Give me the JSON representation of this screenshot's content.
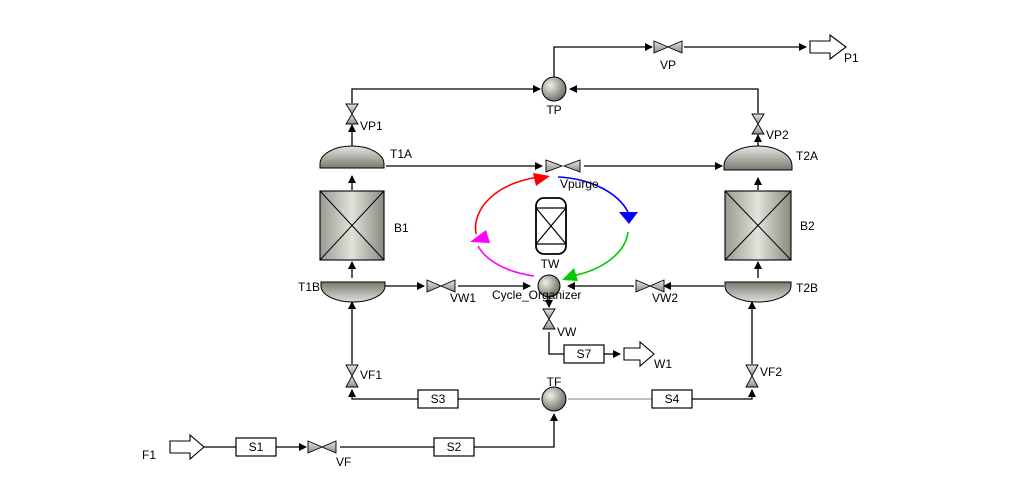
{
  "flowsheet": {
    "blocks": {
      "vp": "VP",
      "p1": "P1",
      "tp": "TP",
      "vp1": "VP1",
      "vp2": "VP2",
      "t1a": "T1A",
      "t2a": "T2A",
      "vpurge": "Vpurge",
      "b1": "B1",
      "b2": "B2",
      "tw": "TW",
      "t1b": "T1B",
      "t2b": "T2B",
      "vw1": "VW1",
      "vw2": "VW2",
      "cycle_organizer": "Cycle_Organizer",
      "vw": "VW",
      "s7": "S7",
      "w1": "W1",
      "vf1": "VF1",
      "vf2": "VF2",
      "tf": "TF",
      "s3": "S3",
      "s4": "S4",
      "f1": "F1",
      "s1": "S1",
      "vf": "VF",
      "s2": "S2"
    },
    "colors": {
      "line": "#000000",
      "vessel": "#a8a8a0",
      "valve": "#b0b0a8",
      "bed": "#c8c8c0",
      "cycle_red": "#ff0000",
      "cycle_blue": "#0000ff",
      "cycle_green": "#00cc00",
      "cycle_magenta": "#ff00ff"
    }
  }
}
